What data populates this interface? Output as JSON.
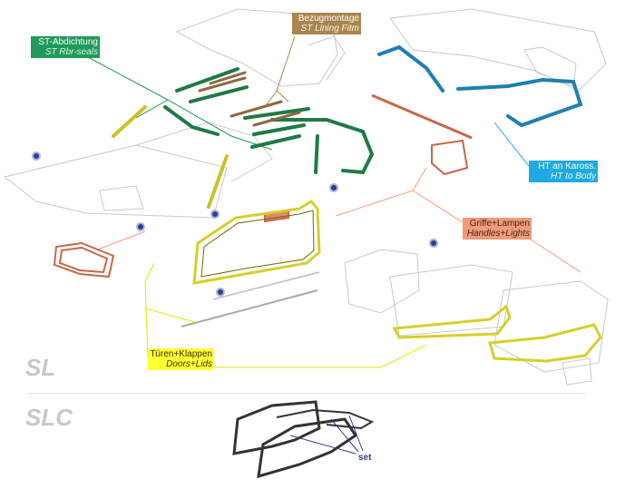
{
  "labels": {
    "seals": {
      "de": "ST-Abdichtung",
      "en": "ST Rbr-seals"
    },
    "lining": {
      "de": "Bezugmontage",
      "en": "ST Lining Fitm"
    },
    "hardtop": {
      "de": "HT an Kaross.",
      "en": "HT to Body"
    },
    "handles": {
      "de": "Griffe+Lampen",
      "en": "Handles+Lights"
    },
    "doors": {
      "de": "Türen+Klappen",
      "en": "Doors+Lids"
    }
  },
  "models": {
    "sl": "SL",
    "slc": "SLC"
  },
  "set_label": "set",
  "colors": {
    "seals": "#1f9a5a",
    "lining": "#a9854f",
    "hardtop": "#1fa9e0",
    "handles": "#f49a7a",
    "doors": "#ffff33",
    "door_seal": "#d6cf2a",
    "outline": "#bdbdbd",
    "marker": "#2c3f8f"
  }
}
